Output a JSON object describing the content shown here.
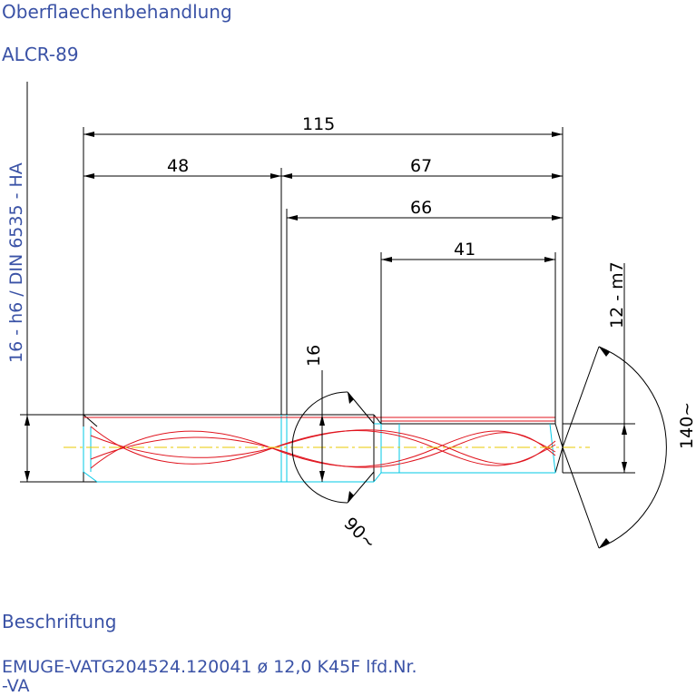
{
  "header": {
    "surface_label": "Oberflaechenbehandlung",
    "coating": "ALCR-89"
  },
  "left_annotation": "16 - h6 / DIN 6535 - HA",
  "dimensions": {
    "total_length": "115",
    "shank_length": "48",
    "body_length": "67",
    "neck_length": "66",
    "flute_length": "41",
    "shank_diameter": "16",
    "cut_diameter": "12 - m7",
    "point_angle": "140~",
    "chamfer_angle": "90~"
  },
  "footer": {
    "label": "Beschriftung",
    "marking_line1": "EMUGE-VATG204524.120041 ø 12,0  K45F lfd.Nr.",
    "marking_line2": "-VA"
  },
  "colors": {
    "text": "#3a52a6",
    "outline": "#000000",
    "hidden": "#00c8e6",
    "flute": "#e0141e",
    "center": "#e8c800"
  }
}
